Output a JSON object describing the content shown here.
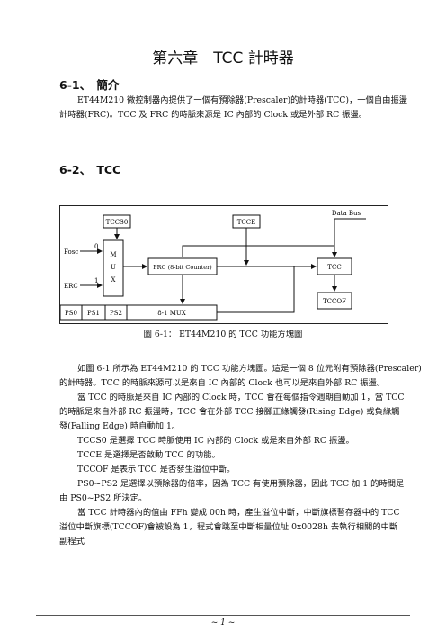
{
  "page": {
    "title": "第六章　TCC 計時器",
    "section1_heading": "6-1、　簡介",
    "section1_lines": [
      "ET44M210 微控制器內提供了一個有預除器(Prescaler)的計時器(TCC)，一個自由振盪",
      "計時器(FRC)。TCC 及 FRC 的時脈來源是 IC 內部的 Clock 或是外部 RC 振盪。"
    ],
    "section2_heading": "6-2、　TCC",
    "figure_caption": "圖 6-1： ET44M210 的 TCC 功能方塊圖",
    "body_lines": [
      "如圖 6-1 所示為 ET44M210 的 TCC 功能方塊圖。這是一個 8 位元附有預除器(Prescaler)",
      "的計時器。TCC 的時脈來源可以是來自 IC 內部的 Clock 也可以是來自外部 RC 振盪。",
      "當 TCC 的時脈是來自 IC 內部的 Clock 時，TCC 會在每個指令週期自動加 1，當 TCC",
      "的時脈是來自外部 RC 振盪時，TCC 會在外部 TCC 接腳正緣觸發(Rising Edge) 或負緣觸",
      "發(Falling Edge) 時自動加 1。",
      "TCCS0 是選擇 TCC 時脈使用 IC 內部的 Clock 或是來自外部 RC 振盪。",
      "TCCE 是選擇是否啟動 TCC 的功能。",
      "TCCOF 是表示 TCC 是否發生溢位中斷。",
      "PS0~PS2 是選擇以預除器的倍率，因為 TCC 有使用預除器，因此 TCC 加 1 的時間是",
      "由 PS0~PS2 所決定。",
      "當 TCC 計時器內的值由 FFh 變成 00h 時，產生溢位中斷，中斷旗標暫存器中的 TCC",
      "溢位中斷旗標(TCCOF)會被設為 1，程式會跳至中斷相量位址 0x0028h 去執行相關的中斷",
      "副程式"
    ],
    "page_number": "~ 1 ~"
  },
  "diagram": {
    "tccs0": "TCCS0",
    "tcce": "TCCE",
    "data_bus": "Data Bus",
    "fosc": "Fosc",
    "erc": "ERC",
    "in0": "0",
    "in1": "1",
    "mux_letters": [
      "M",
      "U",
      "X"
    ],
    "prc": "PRC (8-bit Counter)",
    "tcc": "TCC",
    "tccof": "TCCOF",
    "ps0": "PS0",
    "ps1": "PS1",
    "ps2": "PS2",
    "mux81": "8-1 MUX"
  }
}
